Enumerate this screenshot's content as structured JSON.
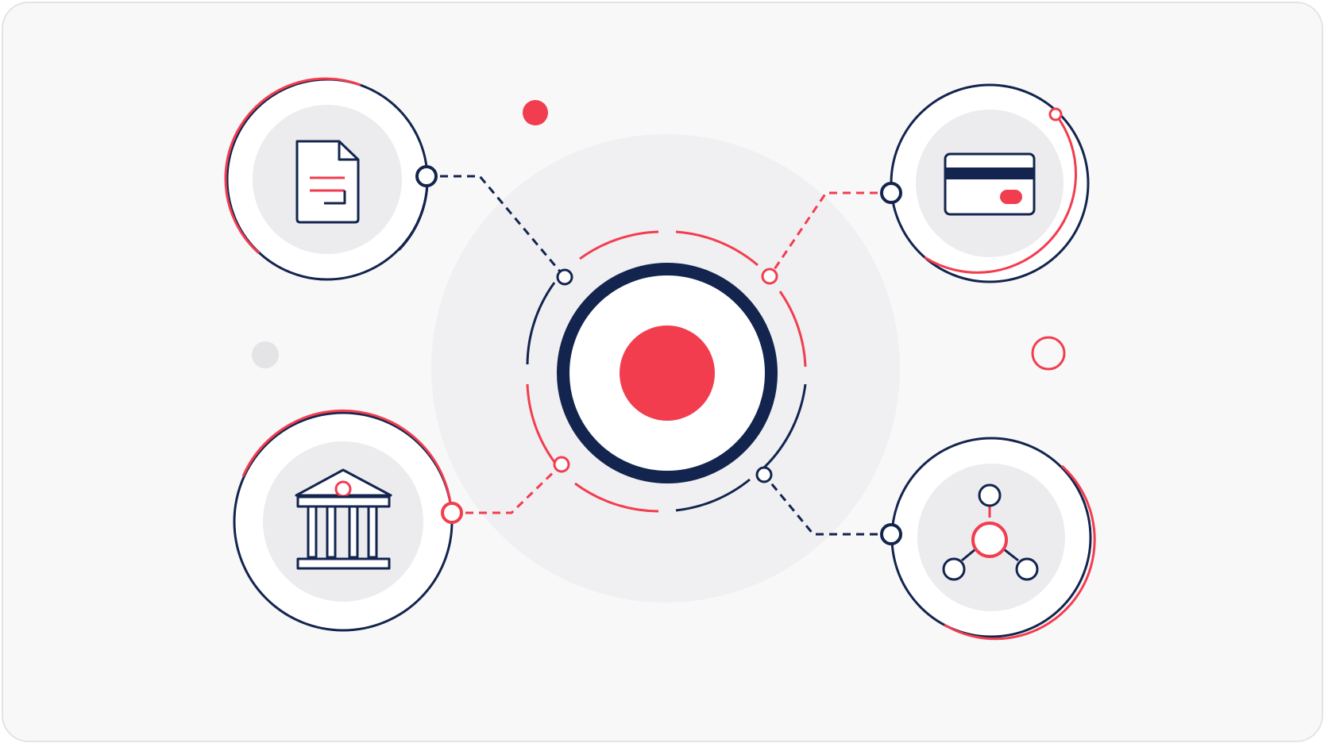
{
  "colors": {
    "navy": "#13254e",
    "red": "#f23d4f",
    "soft_gray": "#ececef",
    "halo_gray": "#f0f0f2",
    "background": "#f8f8f9",
    "white": "#ffffff"
  },
  "diagram": {
    "hub": {
      "icon": "target-icon"
    },
    "nodes": [
      {
        "id": "document",
        "icon": "document-icon",
        "connector_style": "navy-dashed"
      },
      {
        "id": "bank",
        "icon": "bank-icon",
        "connector_style": "red-dashed"
      },
      {
        "id": "card",
        "icon": "credit-card-icon",
        "connector_style": "red-dashed"
      },
      {
        "id": "network",
        "icon": "network-icon",
        "connector_style": "navy-dashed"
      }
    ],
    "decorations": [
      "red-dot",
      "gray-dot",
      "red-ring"
    ]
  }
}
